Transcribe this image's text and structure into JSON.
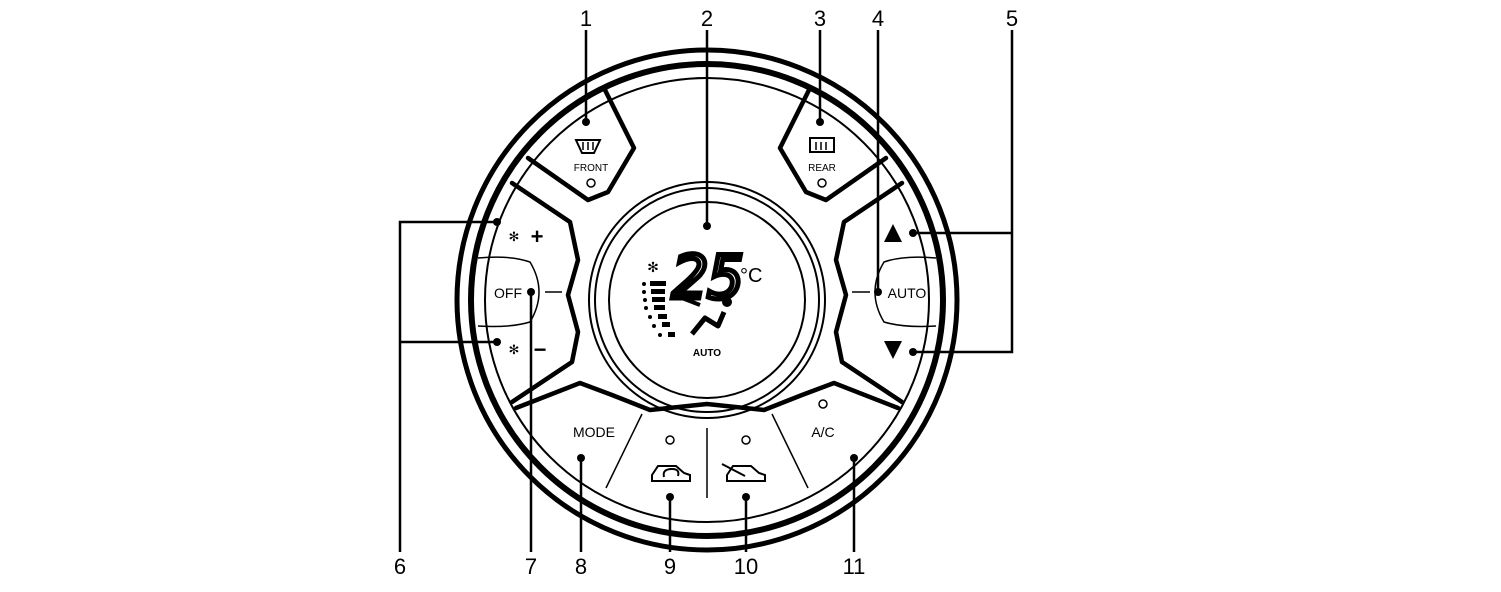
{
  "callouts": [
    "1",
    "2",
    "3",
    "4",
    "5",
    "6",
    "7",
    "8",
    "9",
    "10",
    "11"
  ],
  "buttons": {
    "front_defrost": "FRONT",
    "rear_defrost": "REAR",
    "off": "OFF",
    "auto": "AUTO",
    "mode": "MODE",
    "ac": "A/C",
    "fan_plus": "+",
    "fan_minus": "−"
  },
  "display": {
    "temperature": "25",
    "unit": "°C",
    "mode": "AUTO"
  },
  "icons": [
    "front-defrost-icon",
    "rear-defrost-icon",
    "fan-icon",
    "temp-up-triangle-icon",
    "temp-down-triangle-icon",
    "recirculation-icon",
    "fresh-air-icon",
    "seat-airflow-icon",
    "fan-speed-bars-icon"
  ]
}
